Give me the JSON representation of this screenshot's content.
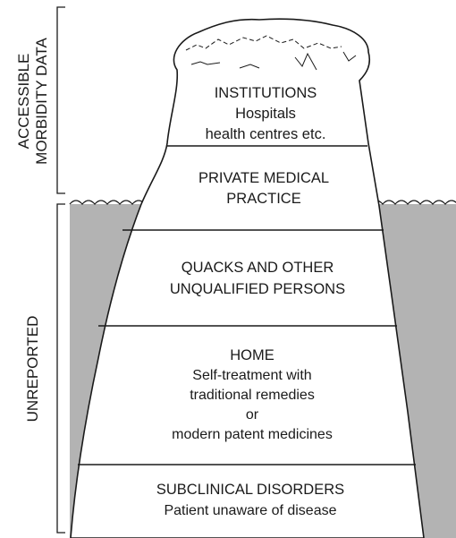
{
  "side_labels": {
    "accessible_line1": "ACCESSIBLE",
    "accessible_line2": "MORBIDITY DATA",
    "unreported": "UNREPORTED"
  },
  "layers": [
    {
      "title": "INSTITUTIONS",
      "lines": [
        "Hospitals",
        "health centres etc."
      ]
    },
    {
      "title": "PRIVATE MEDICAL",
      "lines": [
        "PRACTICE"
      ]
    },
    {
      "title": "QUACKS AND OTHER",
      "lines": [
        "UNQUALIFIED PERSONS"
      ]
    },
    {
      "title": "HOME",
      "lines": [
        "Self-treatment with",
        "traditional remedies",
        "or",
        "modern patent medicines"
      ]
    },
    {
      "title": "SUBCLINICAL DISORDERS",
      "lines": [
        "Patient unaware of disease"
      ]
    }
  ],
  "colors": {
    "water": "#b3b3b3",
    "ink": "#1a1a1a",
    "iceberg": "#ffffff"
  }
}
